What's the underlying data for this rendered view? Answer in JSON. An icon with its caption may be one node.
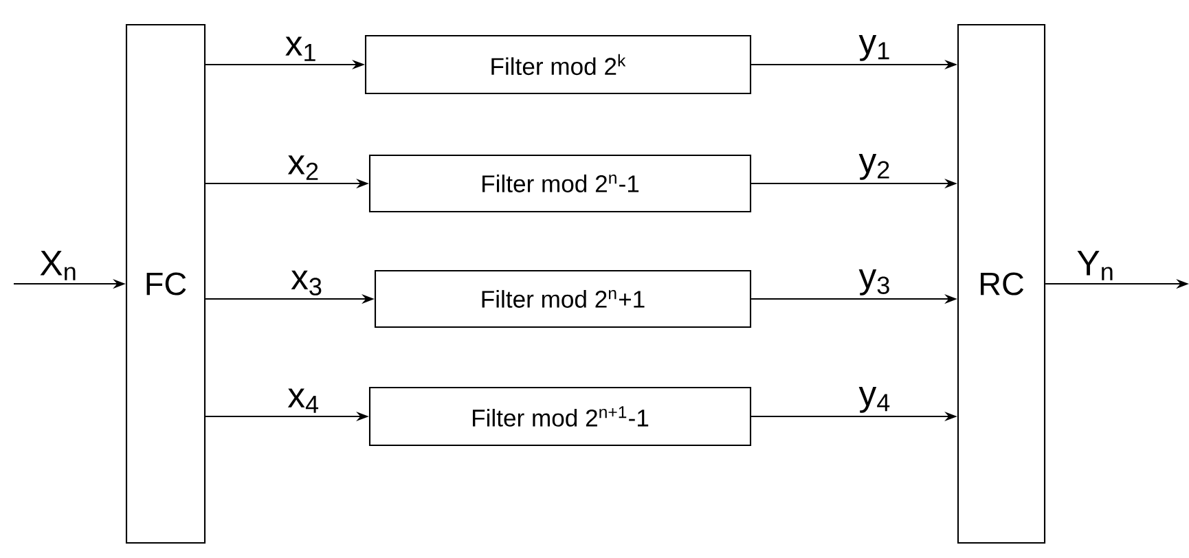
{
  "diagram": {
    "nodes": [
      {
        "text": [
          "FC"
        ]
      },
      {
        "text": [
          "Filter mod 2$^{k}$"
        ]
      },
      {
        "text": [
          "Filter mod 2$^{n}$-1"
        ]
      },
      {
        "text": [
          "Filter mod 2$^{n}$+1"
        ]
      },
      {
        "text": [
          "Filter mod 2$^{n+1}$-1"
        ]
      },
      {
        "text": [
          "RC"
        ]
      }
    ],
    "edges": [
      {
        "from": null,
        "to": 0,
        "arrow": "to",
        "label": "X$_{n}$"
      },
      {
        "from": 0,
        "to": 1,
        "arrow": "to",
        "label": "x$_{1}$"
      },
      {
        "from": 0,
        "to": 2,
        "arrow": "to",
        "label": "x$_{2}$"
      },
      {
        "from": 0,
        "to": 3,
        "arrow": "to",
        "label": "x$_{3}$"
      },
      {
        "from": 0,
        "to": 4,
        "arrow": "to",
        "label": "x$_{4}$"
      },
      {
        "from": 1,
        "to": 5,
        "arrow": "to",
        "label": "y$_{1}$"
      },
      {
        "from": 2,
        "to": 5,
        "arrow": "to",
        "label": "y$_{2}$"
      },
      {
        "from": 3,
        "to": 5,
        "arrow": "to",
        "label": "y$_{3}$"
      },
      {
        "from": 4,
        "to": 5,
        "arrow": "to",
        "label": "y$_{4}$"
      },
      {
        "from": 5,
        "to": null,
        "arrow": "to",
        "label": "Y$_{n}$"
      }
    ]
  }
}
